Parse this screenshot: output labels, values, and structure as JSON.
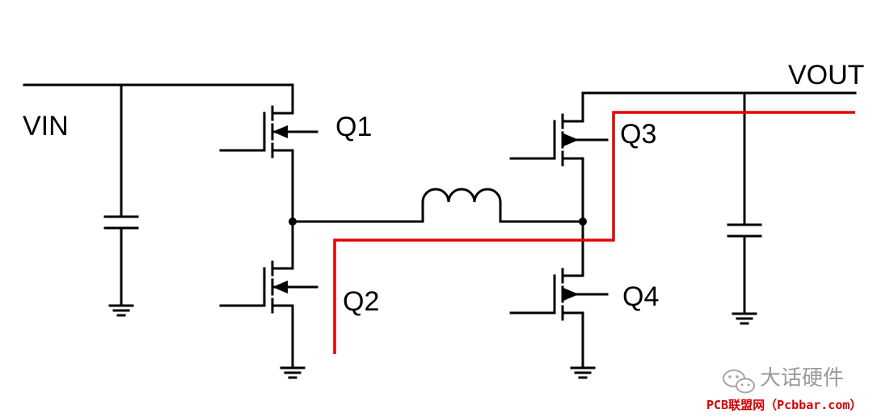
{
  "labels": {
    "vin": "VIN",
    "vout": "VOUT",
    "q1": "Q1",
    "q2": "Q2",
    "q3": "Q3",
    "q4": "Q4"
  },
  "watermark": {
    "channel": "大话硬件",
    "site": "PCB联盟网（Pcbbar.com）"
  },
  "colors": {
    "wire": "#000000",
    "current_path": "#e60000",
    "watermark": "#9a9a9a",
    "site": "#d40000"
  },
  "icons": {
    "watermark_logo": "wechat-icon"
  }
}
